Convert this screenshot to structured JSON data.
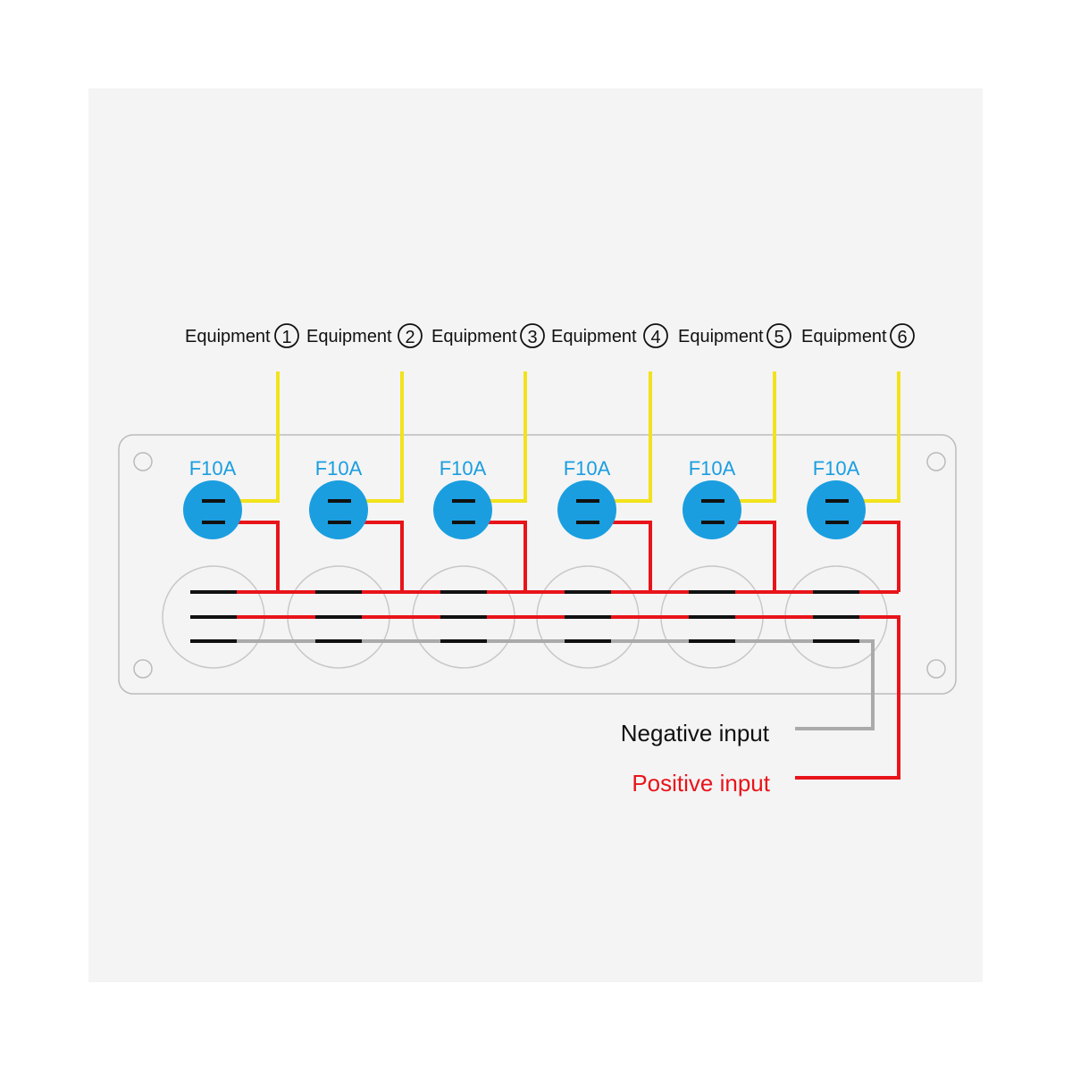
{
  "equipment": [
    {
      "label": "Equipment",
      "number": "1"
    },
    {
      "label": "Equipment",
      "number": "2"
    },
    {
      "label": "Equipment",
      "number": "3"
    },
    {
      "label": "Equipment",
      "number": "4"
    },
    {
      "label": "Equipment",
      "number": "5"
    },
    {
      "label": "Equipment",
      "number": "6"
    }
  ],
  "fuses": [
    "F10A",
    "F10A",
    "F10A",
    "F10A",
    "F10A",
    "F10A"
  ],
  "inputs": {
    "negative": "Negative input",
    "positive": "Positive input"
  },
  "colors": {
    "background": "#f4f4f4",
    "panel_border": "#bbbbbb",
    "fuse": "#1a9ee0",
    "wire_positive": "#e8141a",
    "wire_negative": "#aaaaaa",
    "wire_load": "#f2e21b",
    "terminal": "#111111",
    "negative_text": "#111111",
    "positive_text": "#e8141a"
  }
}
